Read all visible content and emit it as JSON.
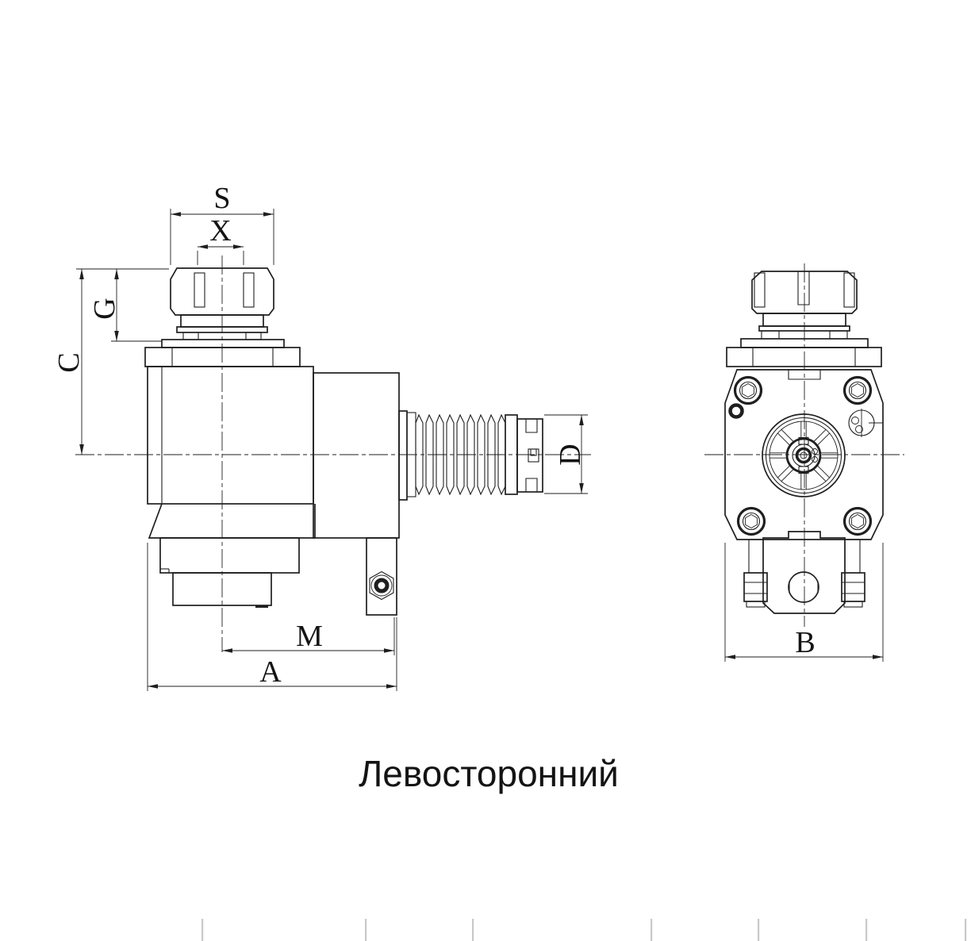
{
  "drawing": {
    "caption": "Левосторонний",
    "dims": {
      "S": "S",
      "X": "X",
      "G": "G",
      "C": "C",
      "D": "D",
      "M": "M",
      "A": "A",
      "B": "B"
    },
    "colors": {
      "line": "#1f1f1f",
      "background": "#ffffff",
      "page_tick": "#c9c9c9"
    }
  }
}
